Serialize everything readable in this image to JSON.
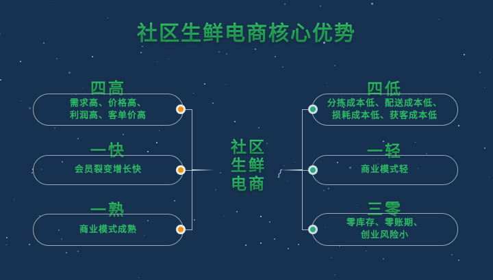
{
  "title": "社区生鲜电商核心优势",
  "center_node": {
    "lines": [
      "社区",
      "生鲜",
      "电商"
    ]
  },
  "left_branches": [
    {
      "heading": "四高",
      "lines": [
        "需求高、价格高、",
        "利润高、客单价高"
      ]
    },
    {
      "heading": "一快",
      "lines": [
        "会员裂变增长快"
      ]
    },
    {
      "heading": "一熟",
      "lines": [
        "商业模式成熟"
      ]
    }
  ],
  "right_branches": [
    {
      "heading": "四低",
      "lines": [
        "分拣成本低、配送成本低、",
        "损耗成本低、获客成本低"
      ]
    },
    {
      "heading": "一轻",
      "lines": [
        "商业模式轻"
      ]
    },
    {
      "heading": "三零",
      "lines": [
        "零库存、零账期、",
        "创业风险小"
      ]
    }
  ],
  "markers": {
    "left": "orange-circle-dot",
    "right": "teal-circle-dot"
  },
  "colors": {
    "background": "#173150",
    "green_bright": "#33cf6e",
    "green_dark": "#1f9e4f",
    "pill_text_green": "#2dbb64",
    "orange_dot": "#ee9311",
    "teal_dot": "#30a38c",
    "outline_line": "#c4d0dd"
  }
}
